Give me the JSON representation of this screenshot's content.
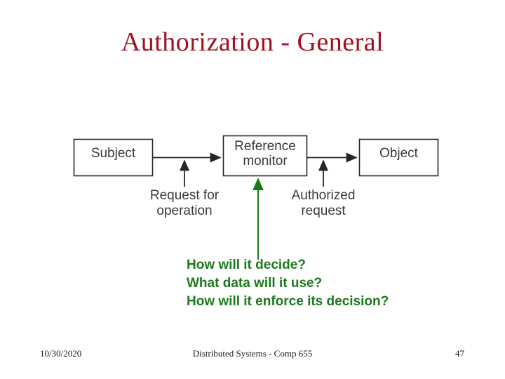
{
  "slide": {
    "title": "Authorization - General",
    "title_color": "#a01020",
    "background_color": "#ffffff"
  },
  "diagram": {
    "accent_green": "#1a7a1a",
    "stroke_color": "#262626",
    "label_color": "#3a3a3a",
    "boxes": [
      {
        "id": "subject",
        "label": "Subject"
      },
      {
        "id": "reference-monitor",
        "label": "Reference\nmonitor"
      },
      {
        "id": "object",
        "label": "Object"
      }
    ],
    "arrow_captions": [
      {
        "id": "request-for-operation",
        "label": "Request for\noperation"
      },
      {
        "id": "authorized-request",
        "label": "Authorized\nrequest"
      }
    ]
  },
  "questions": {
    "color": "#1a7a1a",
    "lines": [
      "How will it decide?",
      "What data will it use?",
      "How will it enforce its decision?"
    ]
  },
  "footer": {
    "date": "10/30/2020",
    "center": "Distributed Systems - Comp 655",
    "page_number": "47"
  }
}
